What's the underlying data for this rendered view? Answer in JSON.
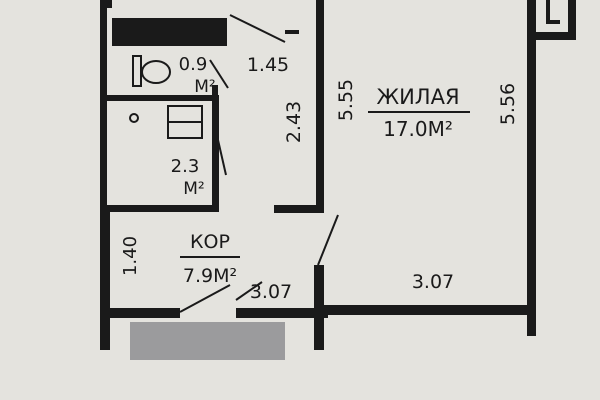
{
  "plan": {
    "rooms": {
      "living": {
        "name": "ЖИЛАЯ",
        "area": "17.0",
        "unit": "М²"
      },
      "corridor": {
        "name": "КОР",
        "area": "7.9",
        "unit": "М²"
      },
      "toilet": {
        "area": "0.9",
        "unit": "М²"
      },
      "bathroom": {
        "area": "2.3",
        "unit": "М²"
      }
    },
    "dimensions": {
      "hall_width": "1.45",
      "hall_depth": "2.43",
      "living_left": "5.55",
      "living_right": "5.56",
      "corridor_height": "1.40",
      "corridor_width": "3.07",
      "living_width": "3.07"
    }
  }
}
